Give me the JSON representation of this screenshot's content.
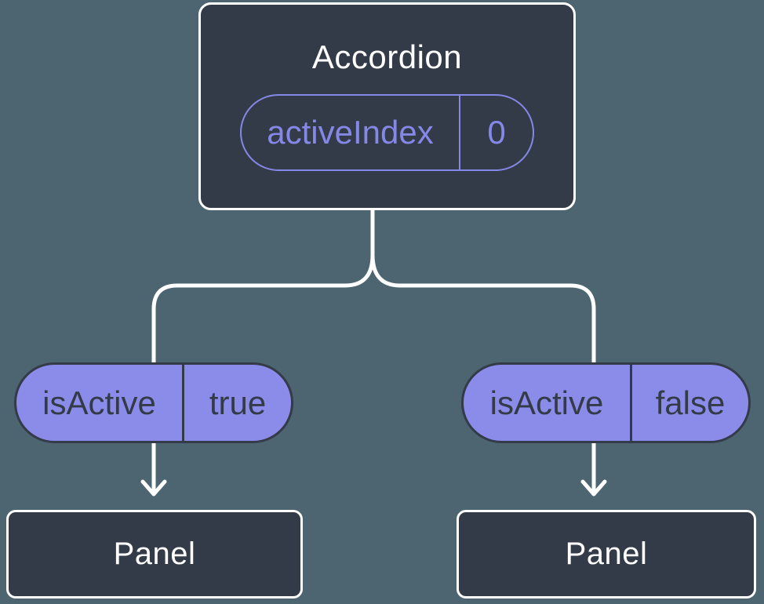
{
  "diagram": {
    "root": {
      "title": "Accordion",
      "state": {
        "label": "activeIndex",
        "value": "0"
      }
    },
    "children": [
      {
        "prop": {
          "label": "isActive",
          "value": "true"
        },
        "node": {
          "title": "Panel"
        }
      },
      {
        "prop": {
          "label": "isActive",
          "value": "false"
        },
        "node": {
          "title": "Panel"
        }
      }
    ],
    "colors": {
      "background": "#4D6571",
      "node_fill": "#343B48",
      "node_border": "#FFFFFF",
      "state_accent": "#8588E7",
      "prop_fill": "#8B8CEA",
      "prop_border": "#343B48",
      "connector": "#FFFFFF"
    }
  }
}
